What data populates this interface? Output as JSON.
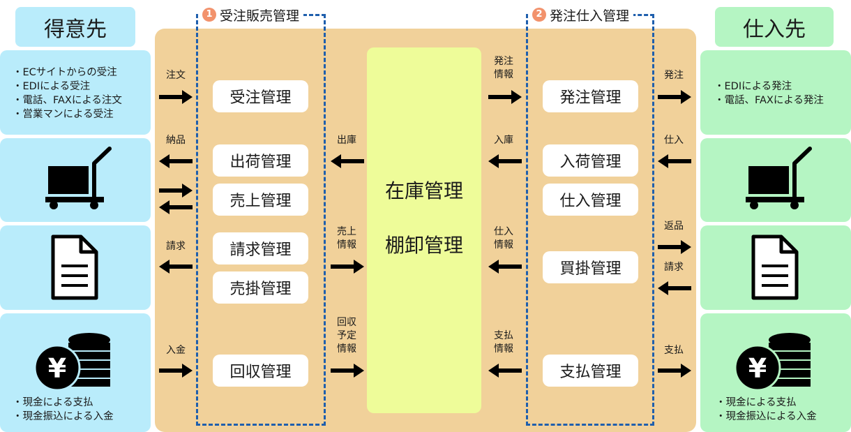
{
  "customer": {
    "title": "得意先",
    "orders_list": [
      "・ECサイトからの受注",
      "・EDIによる受注",
      "・電話、FAXによる注文",
      "・営業マンによる受注"
    ],
    "payment_list": [
      "・現金による支払",
      "・現金振込による入金"
    ]
  },
  "supplier": {
    "title": "仕入先",
    "orders_list": [
      "・EDIによる発注",
      "・電話、FAXによる発注"
    ],
    "payment_list": [
      "・現金による支払",
      "・現金振込による入金"
    ]
  },
  "sales_section": {
    "number": "1",
    "label": "受注販売管理",
    "boxes": [
      "受注管理",
      "出荷管理",
      "売上管理",
      "請求管理",
      "売掛管理",
      "回収管理"
    ]
  },
  "purchase_section": {
    "number": "2",
    "label": "発注仕入管理",
    "boxes": [
      "発注管理",
      "入荷管理",
      "仕入管理",
      "買掛管理",
      "支払管理"
    ]
  },
  "center": {
    "lines": [
      "在庫管理",
      "棚卸管理"
    ]
  },
  "flow_labels": {
    "order": "注文",
    "delivery": "納品",
    "billing": "請求",
    "receipt": "入金",
    "shipping": "出庫",
    "sales_info": [
      "売上",
      "情報"
    ],
    "collection_info": [
      "回収",
      "予定",
      "情報"
    ],
    "purchase_order_info": [
      "発注",
      "情報"
    ],
    "stock_in": "入庫",
    "purchase_info": [
      "仕入",
      "情報"
    ],
    "payment_info": [
      "支払",
      "情報"
    ],
    "purchase_order": "発注",
    "purchase": "仕入",
    "return": "返品",
    "billing_supplier": "請求",
    "payment": "支払"
  },
  "icons": [
    "cart-icon",
    "document-icon",
    "yen-coins-icon"
  ],
  "colors": {
    "customer_bg": "#b9ecfb",
    "supplier_bg": "#b5f5c3",
    "main_bg": "#f1d19a",
    "center_bg": "#eefc99",
    "dash": "#1f5fad",
    "badge": "#f2926c"
  }
}
